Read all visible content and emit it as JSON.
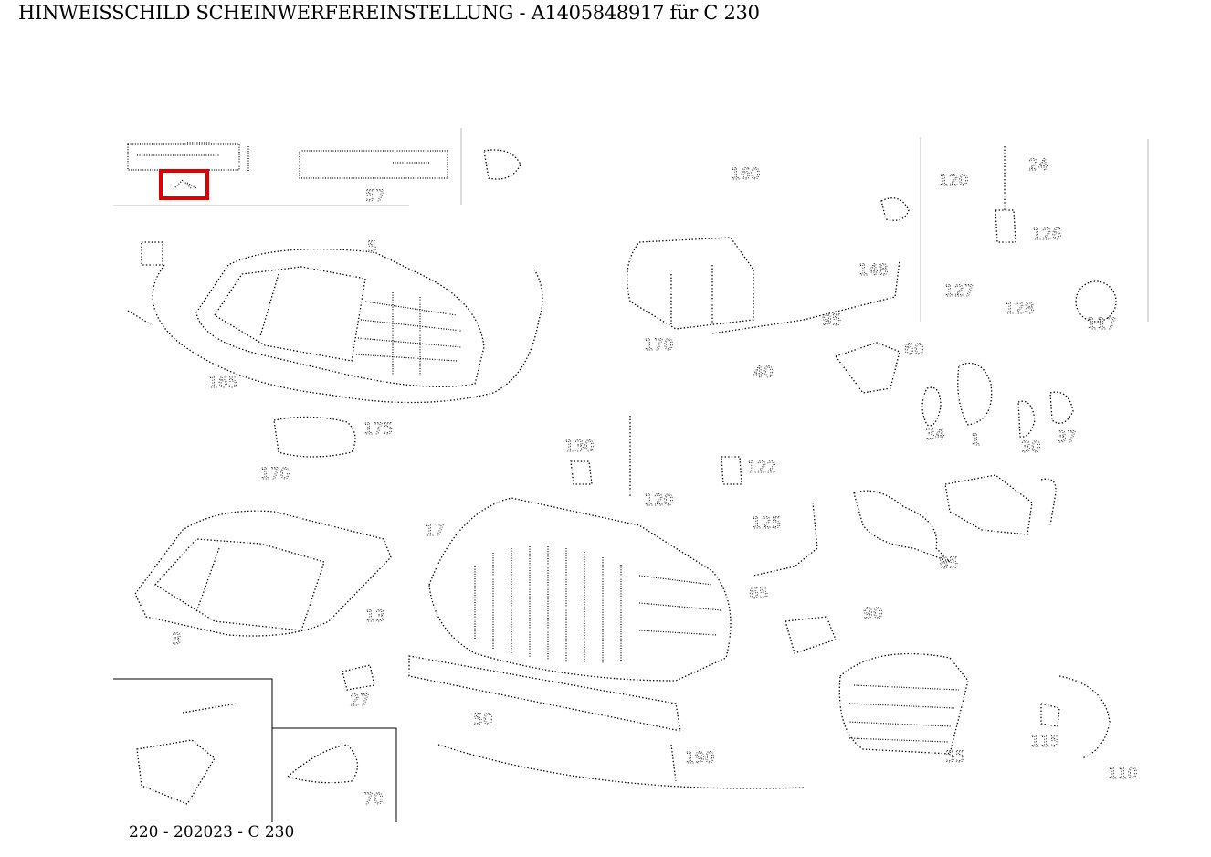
{
  "page": {
    "title": "HINWEISSCHILD SCHEINWERFEREINSTELLUNG - A1405848917 für C 230",
    "footer": "220 - 202023 - C 230"
  },
  "highlight": {
    "color": "#e00000"
  },
  "callouts": {
    "c57": "57",
    "c160": "160",
    "c5": "5",
    "c148": "148",
    "c24": "24",
    "c120": "120",
    "c126": "126",
    "c127": "127",
    "c128": "128",
    "c170": "170",
    "c95": "95",
    "c117": "117",
    "c165": "165",
    "c40": "40",
    "c60": "60",
    "c34": "34",
    "c37": "37",
    "c30": "30",
    "c1": "1",
    "c175": "175",
    "c122": "122",
    "c125": "125",
    "c120b": "120",
    "c130": "130",
    "c17": "17",
    "c3": "3",
    "c13": "13",
    "c50": "50",
    "c65": "65",
    "c55": "55",
    "c90": "90",
    "c85": "85",
    "c115": "115",
    "c110": "110",
    "c27": "27",
    "c70": "70",
    "c190": "190"
  }
}
